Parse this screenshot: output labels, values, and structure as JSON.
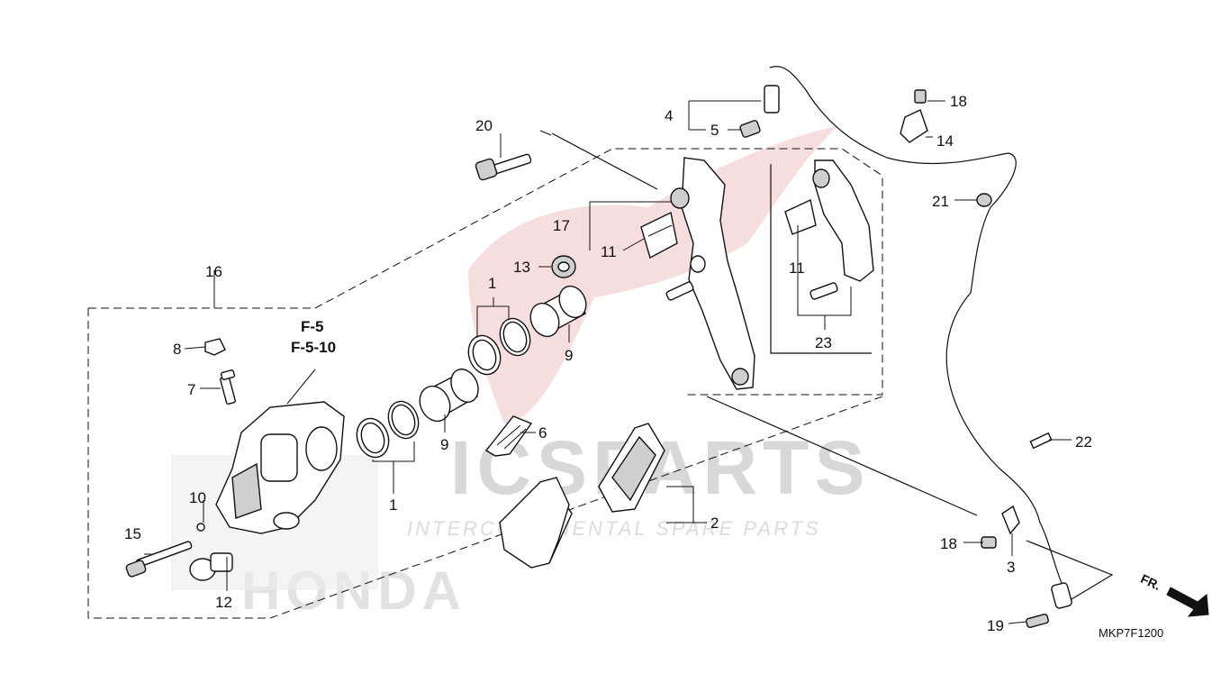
{
  "watermark": {
    "brand": "ICSPARTS",
    "tagline": "INTERCONTINENTAL SPARE PARTS",
    "maker": "HONDA"
  },
  "diagram_code": "MKP7F1200",
  "direction_marker": "FR.",
  "reference": {
    "line1": "F-5",
    "line2": "F-5-10"
  },
  "callouts": {
    "c1a": "1",
    "c1b": "1",
    "c2": "2",
    "c3": "3",
    "c4": "4",
    "c5": "5",
    "c6": "6",
    "c7": "7",
    "c8": "8",
    "c9a": "9",
    "c9b": "9",
    "c10": "10",
    "c11a": "11",
    "c11b": "11",
    "c12": "12",
    "c13": "13",
    "c14": "14",
    "c15": "15",
    "c16": "16",
    "c17": "17",
    "c18a": "18",
    "c18b": "18",
    "c19": "19",
    "c20": "20",
    "c21": "21",
    "c22": "22",
    "c23": "23"
  }
}
